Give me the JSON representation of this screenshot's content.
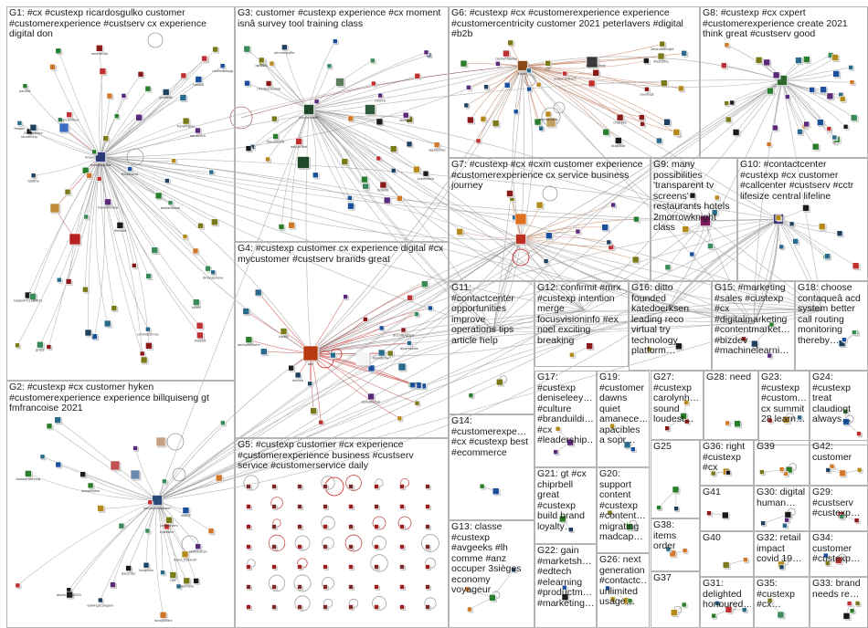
{
  "groups": [
    {
      "id": "g1",
      "text": "G1: #cx #custexp ricardosgulko customer #customerexperience #custserv cx experience digital don"
    },
    {
      "id": "g2",
      "text": "G2: #custexp #cx customer hyken #customerexperience experience billquiseng gt fmfrancoise 2021"
    },
    {
      "id": "g3",
      "text": "G3: customer #custexp experience #cx moment isnâ survey tool training class"
    },
    {
      "id": "g4",
      "text": "G4: #custexp customer cx experience digital #cx mycustomer #custserv brands great"
    },
    {
      "id": "g5",
      "text": "G5: #custexp customer #cx experience #customerexperience business #custserv service #customerservice daily"
    },
    {
      "id": "g6",
      "text": "G6: #custexp #cx #customerexperience experience #customercentricity customer 2021 peterlavers #digital #b2b"
    },
    {
      "id": "g7",
      "text": "G7: #custexp #cx #cxm customer experience #customerexperience cx service business journey"
    },
    {
      "id": "g8",
      "text": "G8: #custexp #cx cxpert #customerexperience create 2021 think great #custserv good"
    },
    {
      "id": "g9",
      "text": "G9: many possibilities 'transparent tv screens' restaurants hotels 2morrowknight class"
    },
    {
      "id": "g10",
      "text": "G10: #contactcenter #custexp #cx customer #callcenter #custserv #cctr lifesize central lifeline"
    },
    {
      "id": "g11",
      "text": "G11: #contactcenter opportunities improve operations tips article help"
    },
    {
      "id": "g12",
      "text": "G12: confirmit #mrx #custexp intention merge focusvisioninfo #ex noel exciting breaking"
    },
    {
      "id": "g13",
      "text": "G13: classe #custexp #avgeeks #lh comme #anz occuper 3sièges economy voyageur"
    },
    {
      "id": "g14",
      "text": "G14: #customerexpe… #cx #custexp best #ecommerce"
    },
    {
      "id": "g15",
      "text": "G15: #marketing #sales #custexp #cx #digitalmarketing #contentmarket… #bizdev #machinelearni…"
    },
    {
      "id": "g16",
      "text": "G16: ditto founded katedoerksen leading reco virtual try technology platform…"
    },
    {
      "id": "g17",
      "text": "G17: #custexp deniseleey… #culture #branduildi… #cx #leadership…"
    },
    {
      "id": "g18",
      "text": "G18: choose contaqueâ acd system better call routing monitoring thereby…"
    },
    {
      "id": "g19",
      "text": "G19: #customer dawns quiet amanece… apacibles a sopr…"
    },
    {
      "id": "g20",
      "text": "G20: support content #custexp #content… migrating madcap…"
    },
    {
      "id": "g21",
      "text": "G21: gt #cx chiprbell great #custexp build brand loyalty…"
    },
    {
      "id": "g22",
      "text": "G22: gain #marketsh… #edtech #elearning #productm… #marketing…"
    },
    {
      "id": "g23",
      "text": "G23: #custexp #custom… cx summit 28 learn…"
    },
    {
      "id": "g24",
      "text": "G24: #custexp treat claudiogt always…"
    },
    {
      "id": "g25",
      "text": "G25"
    },
    {
      "id": "g26",
      "text": "G26: next generation #contactc… unlimited usage…"
    },
    {
      "id": "g27",
      "text": "G27: #custexp carolynh… sound loudest…"
    },
    {
      "id": "g28",
      "text": "G28: need"
    },
    {
      "id": "g29",
      "text": "G29: #custserv #custexp…"
    },
    {
      "id": "g30",
      "text": "G30: digital human…"
    },
    {
      "id": "g31",
      "text": "G31: delighted honoured…"
    },
    {
      "id": "g32",
      "text": "G32: retail impact covid 19…"
    },
    {
      "id": "g33",
      "text": "G33: brand needs re…"
    },
    {
      "id": "g34",
      "text": "G34: customer #custexp…"
    },
    {
      "id": "g35",
      "text": "G35: #custexp #cx…"
    },
    {
      "id": "g36",
      "text": "G36: right #custexp #cx"
    },
    {
      "id": "g37",
      "text": "G37"
    },
    {
      "id": "g38",
      "text": "G38: items order"
    },
    {
      "id": "g39",
      "text": "G39"
    },
    {
      "id": "g40",
      "text": "G40"
    },
    {
      "id": "g41",
      "text": "G41"
    },
    {
      "id": "g42",
      "text": "G42: customer"
    }
  ],
  "node_labels": [
    "ricardosgulko",
    "frankingray",
    "mrgiunhtmr",
    "laurahurty",
    "tabitha",
    "theowit",
    "feagen",
    "beldaneslaw",
    "kooby4711289021",
    "grace",
    "schmidtsimon",
    "iflinsnot",
    "paulilsf",
    "neilfinderegg",
    "monatherapy",
    "adrianrich",
    "tatiana",
    "amenauda",
    "drnoneonone",
    "mercianriley",
    "hyken",
    "gnardlas",
    "fmfrancoise",
    "billquiseng",
    "antoleobloodpeer",
    "tamaritalea",
    "edwingbcolegrov",
    "blockchain2020",
    "sfdcmark",
    "kimrw",
    "jkscenter",
    "cinfomation",
    "rjvs",
    "linzgwinn",
    "eljiebaim",
    "maria_hollandr",
    "peterlavers",
    "rockyjandrs",
    "barlowcoaching",
    "mycustomer",
    "dailypriest",
    "ragxlocked",
    "chrisblackwood",
    "timellis",
    "clorlink",
    "johnmcguffin",
    "cvallmedia",
    "theresacast",
    "shiftgolf",
    "cgflewis",
    "ostr",
    "dipamsallie",
    "teiclow",
    "drcroftingdon",
    "drewjbrown",
    "klausn",
    "kbmobodies",
    "deniseleeyohn",
    "cxpert",
    "cctr",
    "lifesizehq",
    "bizglobal",
    "2morrowknight",
    "restauranttech",
    "carolynhealey",
    "chiprbell",
    "claudiogt",
    "nextcontactc",
    "digitalhuman"
  ]
}
